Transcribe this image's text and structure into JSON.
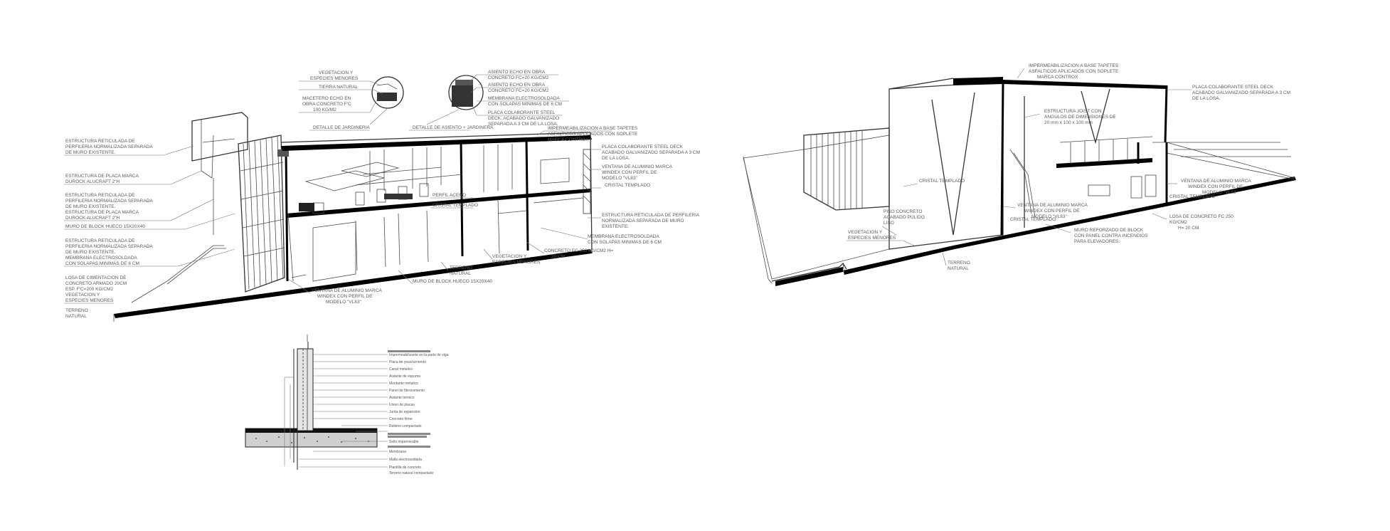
{
  "section_left": {
    "callouts_left": [
      "ESTRUCTURA RETICULADA DE",
      "PERFILERIA NORMALIZADA SEPARADA",
      "DE MURO EXISTENTE.",
      "ESTRUCTURA DE PLACA MARCA",
      "DUROCK ALUCRAFT 2\"H",
      "ESTRUCTURA RETICULADA DE",
      "PERFILERIA NORMALIZADA SEPARADA",
      "DE MURO EXISTENTE.",
      "ESTRUCTURA DE PLACA MARCA",
      "DUROCK ALUCRAFT 2\"H",
      "MURO DE BLOCK HUECO 15X20X40",
      "ESTRUCTURA RETICULADA DE",
      "PERFILERIA NORMALIZADA SEPARADA",
      "DE MURO EXISTENTE.",
      "MEMBRANA ELECTROSOLDADA",
      "CON SOLAPAS MINIMAS DE 6 CM",
      "LOSA DE CIMENTACION DE",
      "CONCRETO ARMADO 20CM",
      "ESP. F'C=200 KG/CM2",
      "VEGETACION Y",
      "ESPECIES MENORES",
      "TERRENO",
      "NATURAL"
    ],
    "callouts_top": [
      "VEGETACION Y",
      "ESPECIES MENORES",
      "TIERRA NATURAL",
      "MACETERO ECHO EN",
      "OBRA CONCRETO F'C",
      "100 KG/M2",
      "DETALLE DE JARDINERIA",
      "ASIENTO ECHO EN OBRA",
      "CONCRETO FC=20 KG/CM2",
      "ASIENTO ECHO EN OBRA",
      "CONCRETO FC=20 KG/CM2",
      "MEMBRANA ELECTROSOLDADA",
      "CON SOLAPAS MINIMAS DE 6 CM",
      "PLACA COLABORANTE STEEL",
      "DECK, ACABADO GALVANIZADO",
      "SEPARADA A 3 CM DE LA LOSA.",
      "DETALLE DE ASIENTO + JARDINERA",
      "IMPERMEABILIZACION A BASE TAPETES",
      "ASFALTICOS APLICADOS CON SOPLETE",
      "MARCA CONTROX"
    ],
    "callouts_right": [
      "PLACA COLABORANTE STEEL DECK",
      "ACABADO GALVANIZADO SEPARADA A 3 CM",
      "DE LA LOSA.",
      "VENTANA DE ALUMINIO MARCA",
      "WINDEX CON PERFIL DE",
      "MODELO \"VL83\"",
      "CRISTAL TEMPLADO",
      "PERFIL ACERO",
      "CRISTAL TEMPLADO",
      "ESTRUCTURA RETICULADA DE PERFILERIA",
      "NORMALIZADA SEPARADA DE MURO",
      "EXISTENTE.",
      "MEMBRANA ELECTROSOLDADA",
      "CON SOLAPAS MINIMAS DE 6 CM",
      "CONCRETO FC 250 KG/CM2 H=",
      "20 CM",
      "VEGETACION Y",
      "ESPECIES MENORES",
      "TERRENO",
      "NATURAL",
      "MURO DE BLOCK HUECO 15X20X40"
    ],
    "callouts_bottom": [
      "VENTANA DE ALUMINIO MARCA",
      "WINDEX CON PERFIL DE",
      "MODELO \"VL83\""
    ]
  },
  "section_right": {
    "callouts": [
      "IMPERMEABILIZACION A BASE TAPETES",
      "ASFALTICOS APLICADOS CON SOPLETE",
      "MARCA CONTROX",
      "PLACA COLABORANTE STEEL DECK",
      "ACABADO GALVANIZADO SEPARADA A 3 CM",
      "DE LA LOSA.",
      "ESTRUCTURA JOIST CON",
      "ANGULOS DE DIMENSIONES DE",
      "20 mm x 100 x 100 mm",
      "CRISTAL TEMPLADO",
      "PISO CONCRETO",
      "ACABADO PULIDO",
      "LISO",
      "VEGETACION Y",
      "ESPECIES MENORES",
      "VENTANA DE ALUMINIO MARCA",
      "WINDEX CON PERFIL DE",
      "MODELO \"VL83\"",
      "CRISTAL TEMPLADO",
      "MURO REFORZADO DE BLOCK",
      "CON PANEL CONTRA INCENDIOS",
      "PARA ELEVADORES.",
      "VENTANA DE ALUMINIO MARCA",
      "WINDEX CON PERFIL DE",
      "MODELO \"VL83\"",
      "CRISTAL TEMPLADO",
      "LOSA DE CONCRETO FC 250",
      "KG/CM2",
      "H= 20 CM",
      "TERRENO",
      "NATURAL"
    ]
  },
  "wall_detail": {
    "labels": [
      "Impermeabilizante en la parte de viga",
      "Placa de yeso/cemento",
      "Canal metalico",
      "Aislante de espuma",
      "Montante metalico",
      "Panel de fibrocemento",
      "Aislante termico",
      "Union de placas",
      "Junta de expansion",
      "Concreto firme",
      "Relleno compactado",
      "Sello impermeable",
      "Membrana",
      "Malla electrosoldada",
      "Plantilla de concreto",
      "Terreno natural compactado"
    ]
  },
  "colors": {
    "line": "#333333",
    "heavy": "#000000",
    "annotation": "#5a5a5a"
  }
}
